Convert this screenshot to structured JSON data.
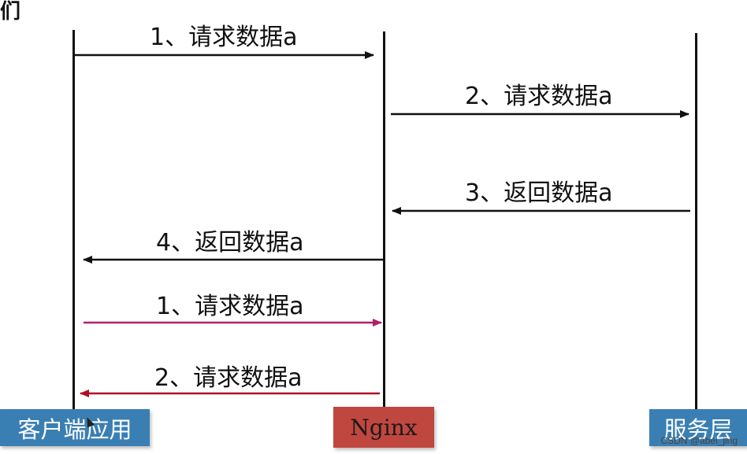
{
  "header": {
    "partial_glyph": "们"
  },
  "actors": [
    {
      "id": "client",
      "label": "客户端应用",
      "color": "#3a7fb3"
    },
    {
      "id": "nginx",
      "label": "Nginx",
      "color": "#c0473f"
    },
    {
      "id": "server",
      "label": "服务层",
      "color": "#3a7fb3"
    }
  ],
  "messages": [
    {
      "label": "1、请求数据a",
      "from": "client",
      "to": "nginx",
      "color": "#111111"
    },
    {
      "label": "2、请求数据a",
      "from": "nginx",
      "to": "server",
      "color": "#111111"
    },
    {
      "label": "3、返回数据a",
      "from": "server",
      "to": "nginx",
      "color": "#111111"
    },
    {
      "label": "4、返回数据a",
      "from": "nginx",
      "to": "client",
      "color": "#111111"
    },
    {
      "label": "1、请求数据a",
      "from": "client",
      "to": "nginx",
      "color": "#b0206a"
    },
    {
      "label": "2、请求数据a",
      "from": "nginx",
      "to": "client",
      "color": "#b01024"
    }
  ],
  "watermark": "CSDN @abel_jing"
}
